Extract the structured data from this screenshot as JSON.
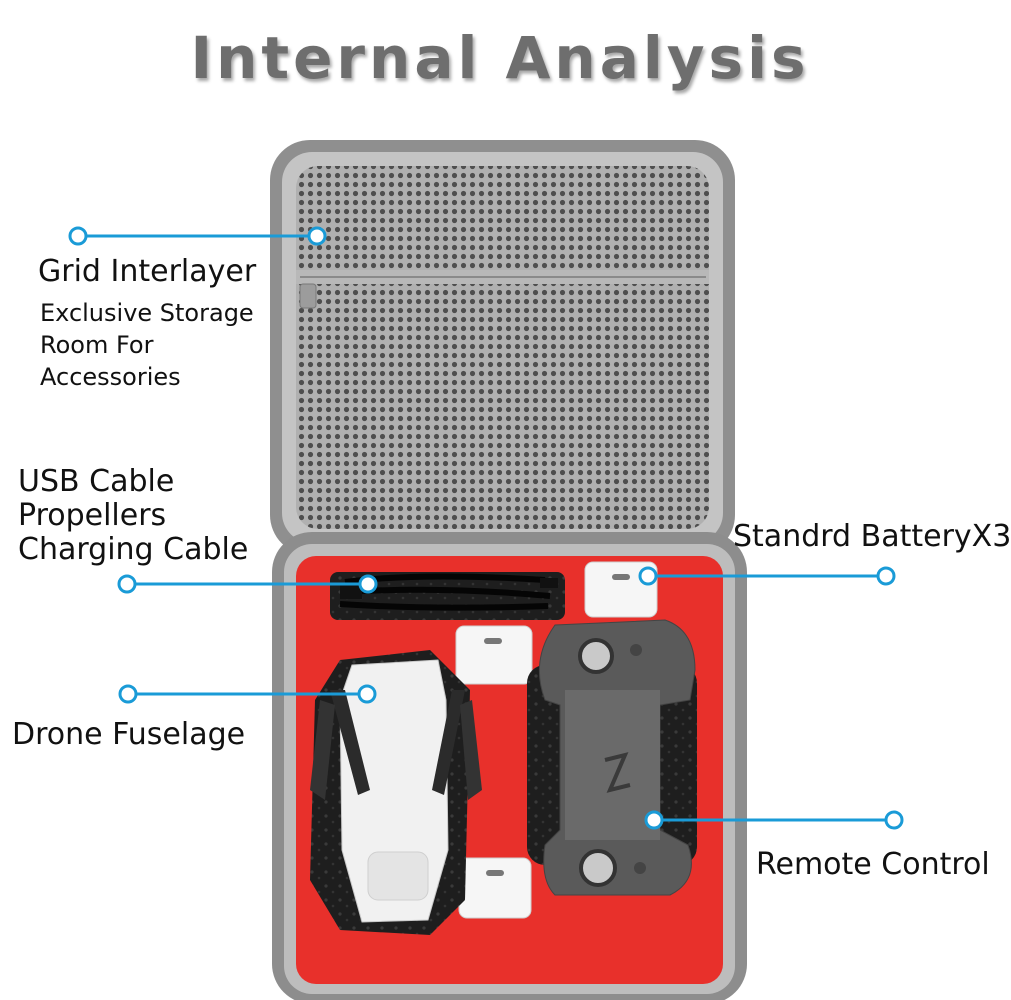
{
  "title": "Internal Analysis",
  "labels": {
    "grid_title": "Grid Interlayer",
    "grid_sub": [
      "Exclusive Storage",
      "Room For",
      "Accessories"
    ],
    "usb": [
      "USB Cable",
      "Propellers",
      "Charging Cable"
    ],
    "battery": "Standrd BatteryX3",
    "drone": "Drone Fuselage",
    "remote": "Remote Control"
  },
  "colors": {
    "callout": "#1a9bd7",
    "case_shell": "#8a8a8a",
    "mesh": "#9a9a9a",
    "foam": "#e8302b",
    "title": "#6e6e6e"
  }
}
